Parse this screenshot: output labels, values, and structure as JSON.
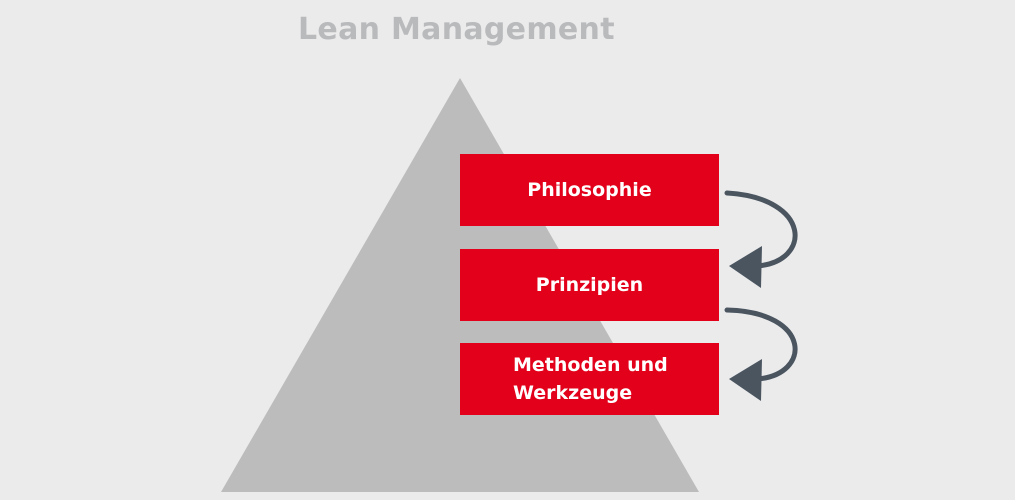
{
  "diagram": {
    "title": "Lean Management",
    "layers": [
      {
        "label": "Philosophie"
      },
      {
        "label": "Prinzipien"
      },
      {
        "label_lines": [
          "Methoden und",
          "Werkzeuge"
        ]
      }
    ]
  },
  "colors": {
    "background": "#ebebec",
    "title": "#b9babc",
    "pyramid": "#bcbcbd",
    "box": "#e2001a",
    "box_text": "#ffffff",
    "arrow": "#4a5560"
  }
}
